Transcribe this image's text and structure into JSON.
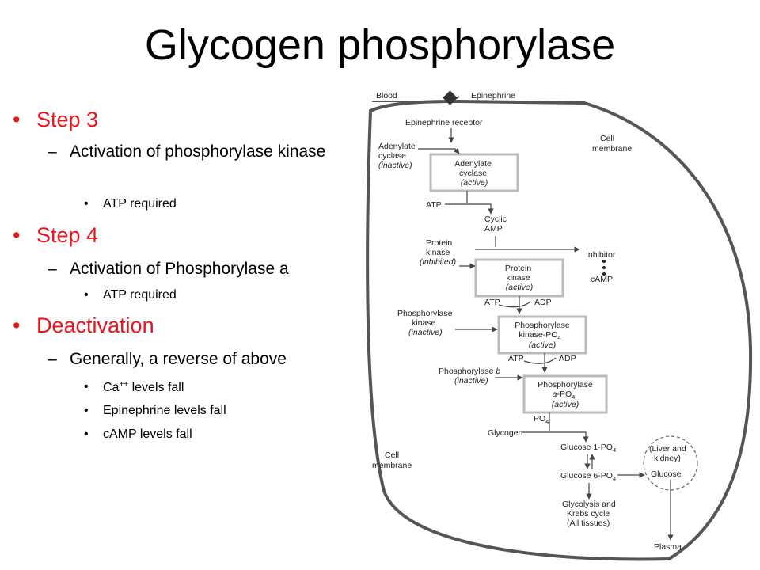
{
  "title": "Glycogen phosphorylase",
  "bullets": [
    {
      "label": "Step 3",
      "sub": "Activation of phosphorylase kinase",
      "subsub": [
        "ATP required"
      ]
    },
    {
      "label": "Step 4",
      "sub": "Activation of Phosphorylase a",
      "subsub": [
        "ATP required"
      ]
    },
    {
      "label": "Deactivation",
      "sub": "Generally, a reverse of above",
      "subsub": [
        "Ca",
        "++",
        "levels fall",
        "Epinephrine levels fall",
        "cAMP levels fall"
      ]
    }
  ],
  "diagram": {
    "blood": "Blood",
    "epinephrine": "Epinephrine",
    "epinephrine_receptor": "Epinephrine receptor",
    "cell_membrane_right": [
      "Cell",
      "membrane"
    ],
    "cell_membrane_left": [
      "Cell",
      "membrane"
    ],
    "adenylate_cyclase_inactive": [
      "Adenylate",
      "cyclase",
      "(inactive)"
    ],
    "adenylate_cyclase_active": [
      "Adenylate",
      "cyclase",
      "(active)"
    ],
    "atp_1": "ATP",
    "cyclic_amp": [
      "Cyclic",
      "AMP"
    ],
    "protein_kinase_inhibited": [
      "Protein",
      "kinase",
      "(inhibited)"
    ],
    "inhibitor": "Inhibitor",
    "camp": "cAMP",
    "protein_kinase_active": [
      "Protein",
      "kinase",
      "(active)"
    ],
    "atp_2": "ATP",
    "adp_1": "ADP",
    "phosphorylase_kinase_inactive": [
      "Phosphorylase",
      "kinase",
      "(inactive)"
    ],
    "phosphorylase_kinase_po4": [
      "Phosphorylase",
      "kinase-PO",
      "4",
      "(active)"
    ],
    "atp_3": "ATP",
    "adp_2": "ADP",
    "phosphorylase_b": [
      "Phosphorylase ",
      "b",
      "(inactive)"
    ],
    "phosphorylase_a_po4": [
      "Phosphorylase",
      "a",
      "-PO",
      "4",
      "(active)"
    ],
    "po4": [
      "PO",
      "4"
    ],
    "glycogen": "Glycogen",
    "glucose_1_po4": [
      "Glucose 1-PO",
      "4"
    ],
    "glucose_6_po4": [
      "Glucose 6-PO",
      "4"
    ],
    "liver_kidney": [
      "(Liver and",
      "kidney)"
    ],
    "glucose": "Glucose",
    "glycolysis": [
      "Glycolysis and",
      "Krebs cycle",
      "(All tissues)"
    ],
    "plasma": "Plasma"
  }
}
